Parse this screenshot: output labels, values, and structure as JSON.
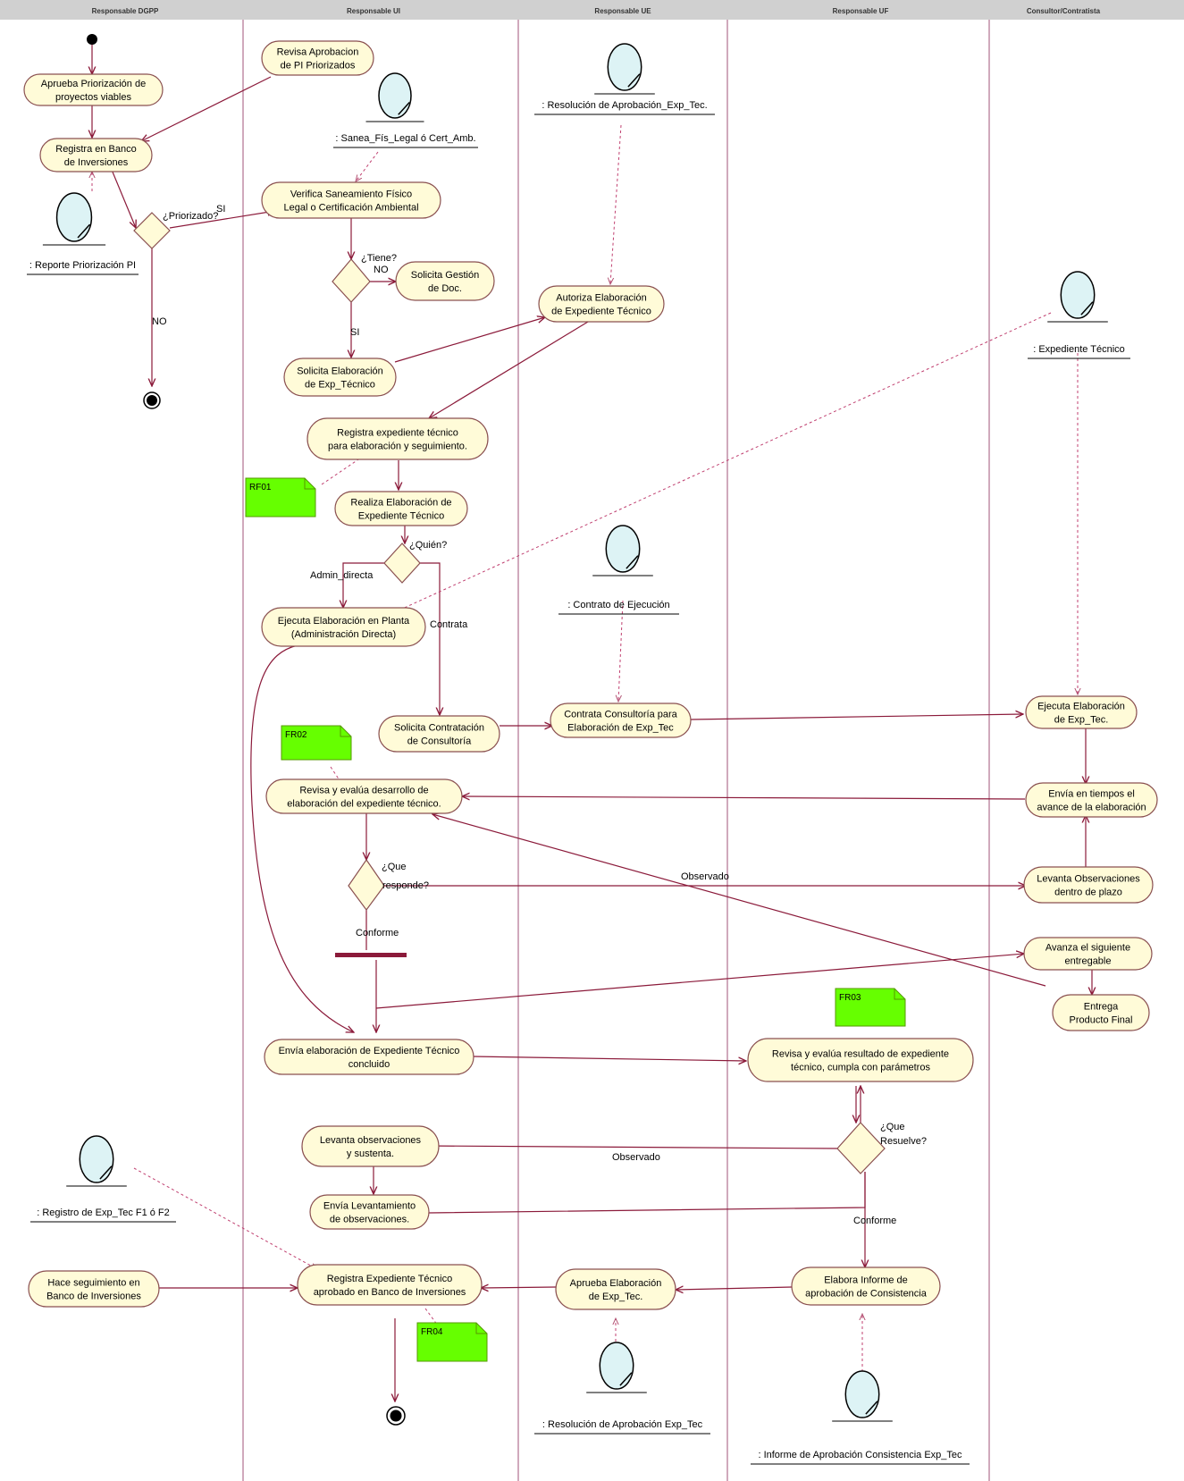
{
  "lanes": [
    {
      "id": "dgpp",
      "title": "Responsable DGPP"
    },
    {
      "id": "ui",
      "title": "Responsable UI"
    },
    {
      "id": "ue",
      "title": "Responsable UE"
    },
    {
      "id": "uf",
      "title": "Responsable UF"
    },
    {
      "id": "consultor",
      "title": "Consultor/Contratista"
    }
  ],
  "activities": {
    "aprueba_priorizacion": [
      "Aprueba Priorización de",
      "proyectos viables"
    ],
    "registra_banco": [
      "Registra en Banco",
      "de Inversiones"
    ],
    "revisa_aprobacion": [
      "Revisa Aprobacion",
      "de PI Priorizados"
    ],
    "verifica_saneamiento": [
      "Verifica Saneamiento Físico",
      "Legal o Certificación Ambiental"
    ],
    "solicita_gestion": [
      "Solicita Gestión",
      "de Doc."
    ],
    "solicita_elaboracion": [
      "Solicita Elaboración",
      "de Exp_Técnico"
    ],
    "autoriza_elaboracion": [
      "Autoriza Elaboración",
      "de Expediente Técnico"
    ],
    "registra_expediente": [
      "Registra expediente técnico",
      "para elaboración y seguimiento."
    ],
    "realiza_elaboracion": [
      "Realiza Elaboración de",
      "Expediente Técnico"
    ],
    "ejecuta_planta": [
      "Ejecuta Elaboración en Planta",
      "(Administración Directa)"
    ],
    "solicita_contratacion": [
      "Solicita Contratación",
      "de Consultoría"
    ],
    "contrata_consultoria": [
      "Contrata Consultoría para",
      "Elaboración de Exp_Tec"
    ],
    "ejecuta_elaboracion": [
      "Ejecuta Elaboración",
      "de Exp_Tec."
    ],
    "revisa_evalua": [
      "Revisa y evalúa desarrollo de",
      "elaboración del expediente técnico."
    ],
    "envia_tiempos": [
      "Envía en tiempos el",
      "avance de la elaboración"
    ],
    "levanta_obs_plazo": [
      "Levanta Observaciones",
      "dentro de plazo"
    ],
    "avanza_entregable": [
      "Avanza el siguiente",
      "entregable"
    ],
    "entrega_producto": [
      "Entrega",
      "Producto Final"
    ],
    "envia_elaboracion": [
      "Envía elaboración de Expediente Técnico",
      "concluido"
    ],
    "revisa_resultado": [
      "Revisa y evalúa resultado de expediente",
      "técnico, cumpla con parámetros"
    ],
    "levanta_sustenta": [
      "Levanta observaciones",
      "y sustenta."
    ],
    "envia_levantamiento": [
      "Envía Levantamiento",
      "de observaciones."
    ],
    "hace_seguimiento": [
      "Hace seguimiento en",
      "Banco de Inversiones"
    ],
    "registra_aprobado": [
      "Registra Expediente Técnico",
      "aprobado en Banco de Inversiones"
    ],
    "aprueba_exp": [
      "Aprueba Elaboración",
      "de Exp_Tec."
    ],
    "elabora_informe": [
      "Elabora Informe de",
      "aprobación de Consistencia"
    ]
  },
  "objects": {
    "reporte_priorizacion": ": Reporte Priorización PI",
    "sanea": ": Sanea_Fís_Legal ó Cert_Amb.",
    "resolucion_exp": ": Resolución de Aprobación_Exp_Tec.",
    "expediente_tecnico": ": Expediente Técnico",
    "contrato": ": Contrato de Ejecución",
    "registro_exp": ": Registro de Exp_Tec F1 ó F2",
    "resolucion_exp2": ": Resolución de Aprobación Exp_Tec",
    "informe_consistencia": ": Informe de Aprobación Consistencia Exp_Tec"
  },
  "decisions": {
    "priorizado": "¿Priorizado?",
    "tiene": "¿Tiene?",
    "quien": "¿Quién?",
    "que_responde": [
      "¿Que",
      "responde?"
    ],
    "que_resuelve": [
      "¿Que",
      "Resuelve?"
    ]
  },
  "flow_labels": {
    "si_1": "SI",
    "no_1": "NO",
    "no_2": "NO",
    "si_2": "SI",
    "admin_directa": "Admin_directa",
    "contrata": "Contrata",
    "observado_1": "Observado",
    "conforme_1": "Conforme",
    "observado_2": "Observado",
    "conforme_2": "Conforme"
  },
  "notes": {
    "rf01": "RF01",
    "fr02": "FR02",
    "fr03": "FR03",
    "fr04": "FR04"
  },
  "colors": {
    "activity_fill": "#fffbd8",
    "activity_stroke": "#8a5050",
    "flow": "#8b1a3a",
    "lane_line": "#b07090",
    "header_fill": "#d0d0d0",
    "object_fill": "#ddf3f5",
    "note_fill": "#66ff00",
    "sync_bar": "#8b1a3a"
  }
}
